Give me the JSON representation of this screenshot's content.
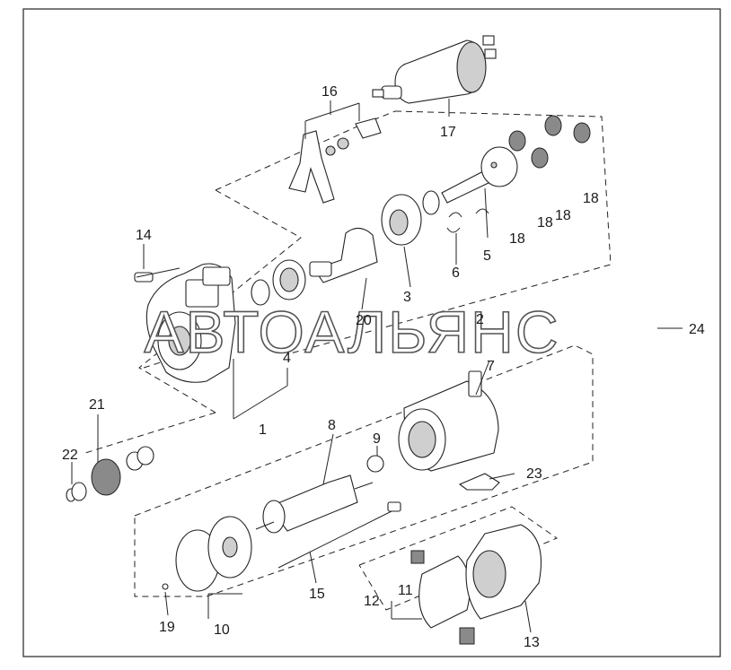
{
  "diagram": {
    "watermark": "АВТОАЛЬЯНС",
    "labels": {
      "p1": "1",
      "p2": "2",
      "p3": "3",
      "p4": "4",
      "p5": "5",
      "p6": "6",
      "p7": "7",
      "p8": "8",
      "p9": "9",
      "p10": "10",
      "p11": "11",
      "p12": "12",
      "p13": "13",
      "p14": "14",
      "p15": "15",
      "p16": "16",
      "p17": "17",
      "p18a": "18",
      "p18b": "18",
      "p18c": "18",
      "p18d": "18",
      "p19": "19",
      "p20": "20",
      "p21": "21",
      "p22": "22",
      "p23": "23",
      "p24": "24"
    }
  }
}
